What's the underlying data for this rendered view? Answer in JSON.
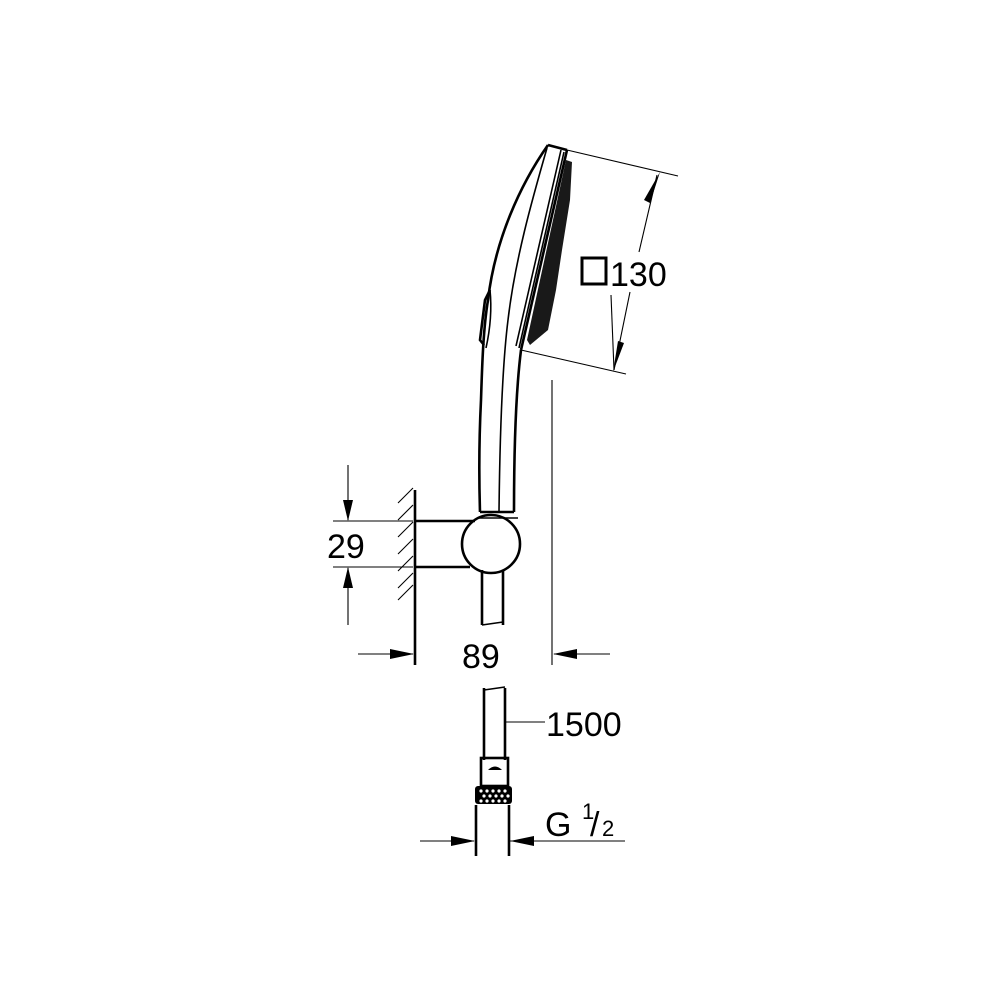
{
  "diagram": {
    "type": "technical-dimension-drawing",
    "subject": "hand shower with wall holder and hose",
    "colors": {
      "line": "#000000",
      "background": "#ffffff"
    },
    "dimensions": {
      "head_size": {
        "symbol": "square",
        "value": "130"
      },
      "holder_height": {
        "value": "29"
      },
      "wall_projection": {
        "value": "89"
      },
      "hose_length": {
        "value": "1500"
      },
      "thread": {
        "prefix": "G",
        "numerator": "1",
        "slash": "/",
        "denominator": "2"
      }
    }
  }
}
